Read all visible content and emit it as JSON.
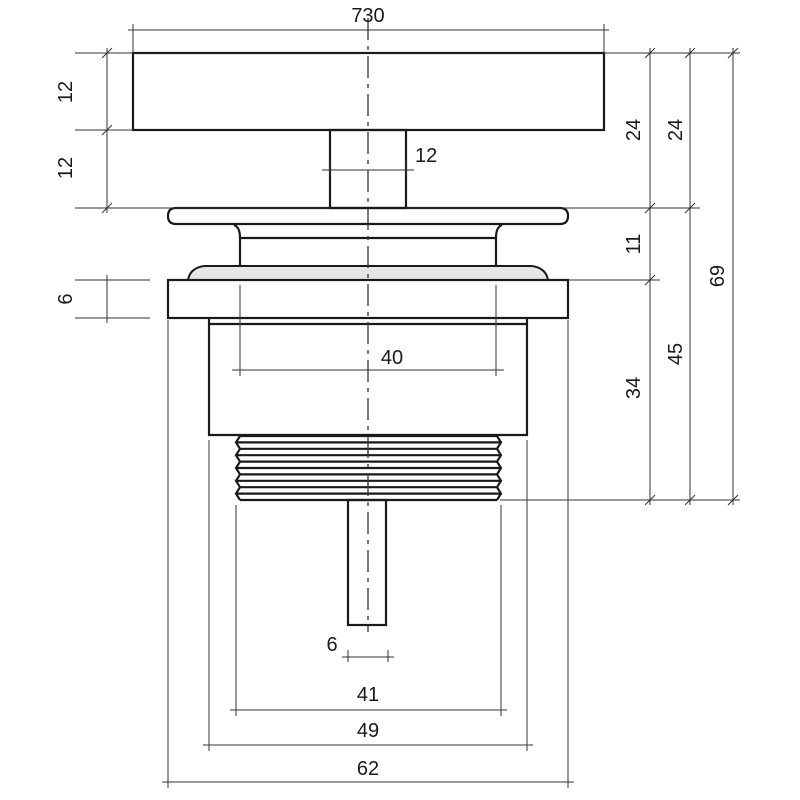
{
  "dimensions": {
    "top_width": "730",
    "cap_height": "12",
    "stem_height": "12",
    "stem_width": "12",
    "flange_height": "6",
    "inner_diameter": "40",
    "right_cap_total": "24",
    "right_cap_total_2": "24",
    "disc_height": "11",
    "body_height": "34",
    "lower_total": "45",
    "overall_height": "69",
    "rod_width": "6",
    "thread_diameter": "41",
    "body_diameter": "49",
    "flange_diameter": "62"
  },
  "colors": {
    "line": "#1a1a1a",
    "gasket": "#e6e6e6"
  }
}
